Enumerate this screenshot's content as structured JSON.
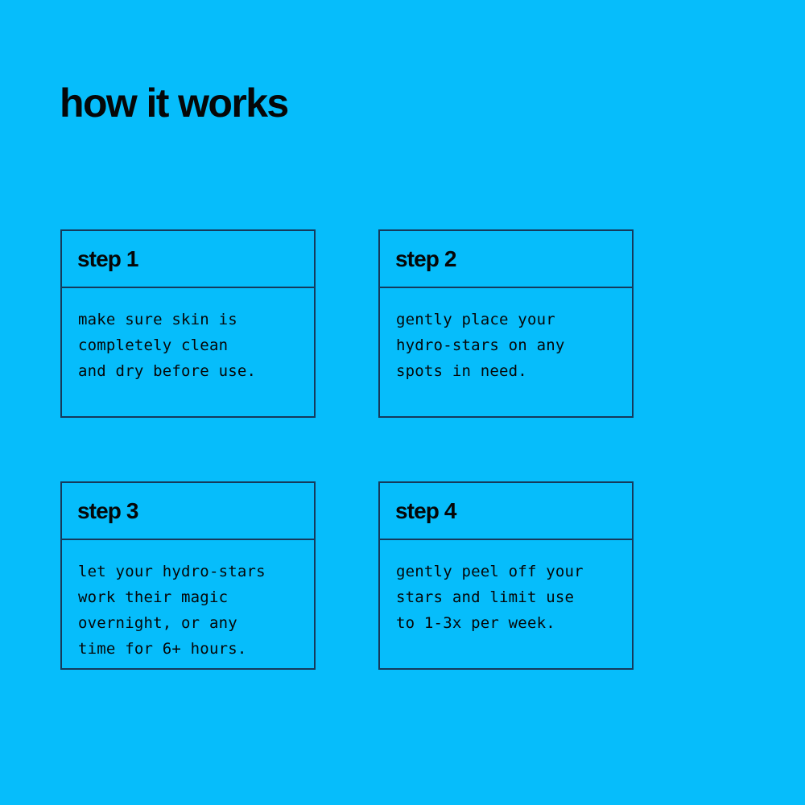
{
  "theme": {
    "background_color": "#06bdfb",
    "text_color": "#050708",
    "border_color": "#153a5c"
  },
  "header": {
    "title": "how it works"
  },
  "steps": [
    {
      "label": "step 1",
      "text": "make sure skin is\ncompletely clean\nand dry before use."
    },
    {
      "label": "step 2",
      "text": "gently place your\nhydro-stars on any\nspots in need."
    },
    {
      "label": "step 3",
      "text": "let your hydro-stars\nwork their magic\novernight, or any\ntime for 6+ hours."
    },
    {
      "label": "step 4",
      "text": "gently peel off your\nstars and limit use\nto 1-3x per week."
    }
  ]
}
